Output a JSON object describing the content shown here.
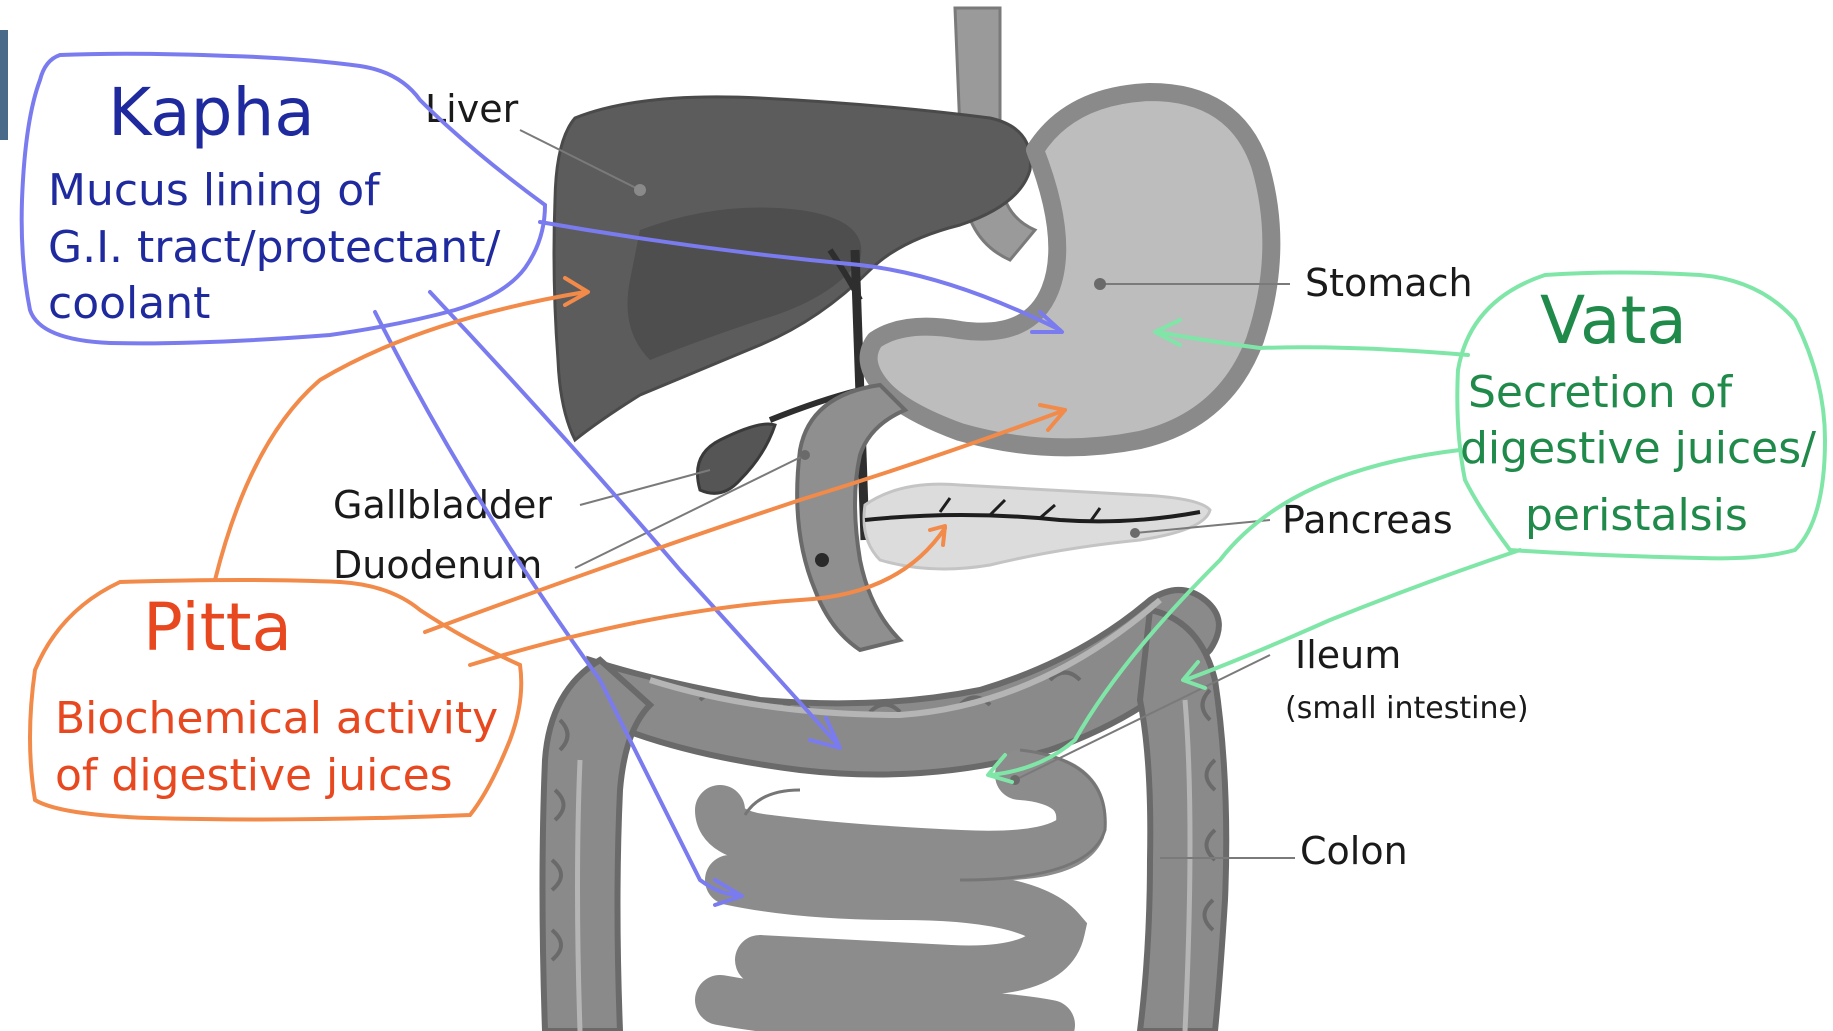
{
  "organ_labels": {
    "liver": "Liver",
    "stomach": "Stomach",
    "gallbladder": "Gallbladder",
    "duodenum": "Duodenum",
    "pancreas": "Pancreas",
    "ileum": "Ileum",
    "ileum_sub": "(small intestine)",
    "colon": "Colon"
  },
  "doshas": {
    "kapha": {
      "title": "Kapha",
      "lines": [
        "Mucus lining of",
        "G.I. tract/protectant/",
        "coolant"
      ],
      "color": "#7b7bf0",
      "text_color": "#1f2a9e"
    },
    "pitta": {
      "title": "Pitta",
      "lines": [
        "Biochemical activity",
        "of digestive juices"
      ],
      "color": "#f28a4a",
      "text_color": "#e8481f"
    },
    "vata": {
      "title": "Vata",
      "lines": [
        "Secretion of",
        "digestive juices/",
        "peristalsis"
      ],
      "color": "#7fe6a8",
      "text_color": "#1f8a4a"
    }
  },
  "organ_colors": {
    "liver": "#5a5a5a",
    "liver_shadow": "#3f3f3f",
    "stomach": "#bdbdbd",
    "stomach_outline": "#8c8c8c",
    "intestine": "#8e8e8e",
    "intestine_dark": "#6e6e6e",
    "pancreas": "#d9d9d9"
  }
}
